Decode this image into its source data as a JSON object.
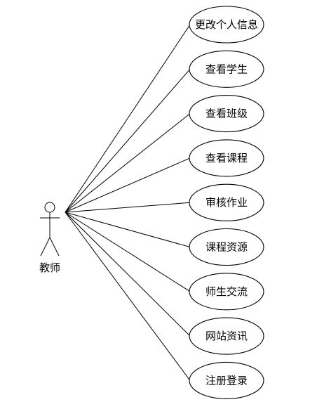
{
  "actor": {
    "label": "教师"
  },
  "use_cases": [
    {
      "label": "更改个人信息"
    },
    {
      "label": "查看学生"
    },
    {
      "label": "查看班级"
    },
    {
      "label": "查看课程"
    },
    {
      "label": "审核作业"
    },
    {
      "label": "课程资源"
    },
    {
      "label": "师生交流"
    },
    {
      "label": "网站资讯"
    },
    {
      "label": "注册登录"
    }
  ]
}
